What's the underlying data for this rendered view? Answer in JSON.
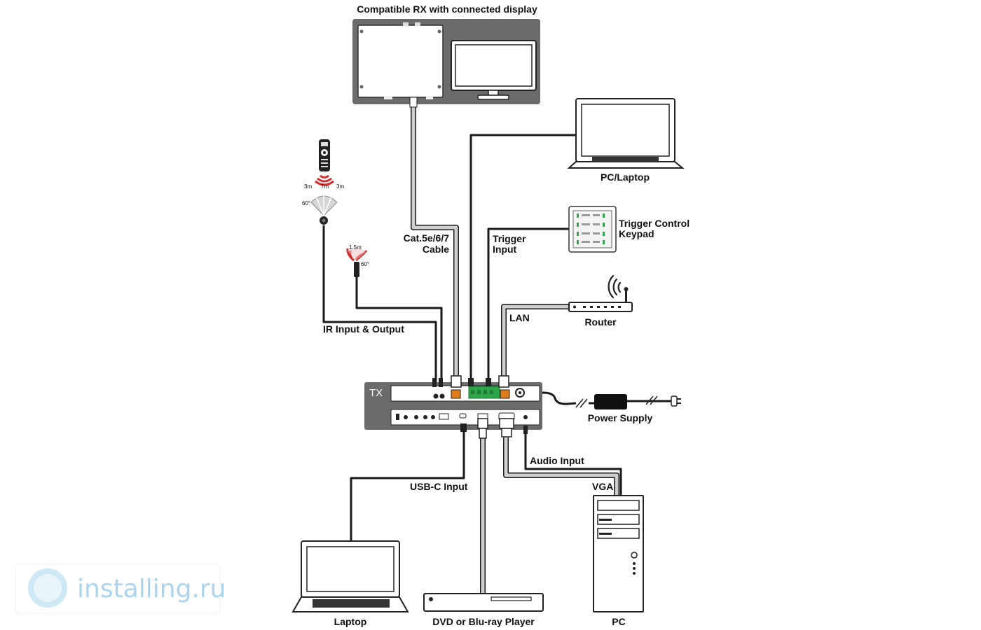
{
  "labels": {
    "rx_title": "Compatible RX with connected display",
    "pc_laptop": "PC/Laptop",
    "trigger_keypad_line1": "Trigger Control",
    "trigger_keypad_line2": "Keypad",
    "trigger_input_line1": "Trigger",
    "trigger_input_line2": "Input",
    "cat_cable_line1": "Cat.5e/6/7",
    "cat_cable_line2": "Cable",
    "router": "Router",
    "lan": "LAN",
    "ir_io": "IR Input & Output",
    "tx": "TX",
    "power_supply": "Power Supply",
    "audio_input": "Audio Input",
    "usb_c_input": "USB-C Input",
    "vga": "VGA",
    "laptop": "Laptop",
    "player": "DVD or Blu-ray Player",
    "pc": "PC"
  },
  "ir": {
    "range_left": "3m",
    "range_center": "7m",
    "range_right": "3m",
    "angle": "60°",
    "emitter_range": "1.5m",
    "emitter_angle": "60°"
  },
  "watermark": {
    "text": "installing.ru"
  },
  "colors": {
    "device_gray": "#6b6b6b",
    "cable_dark": "#1a1a1a",
    "cable_light": "#c8c8c8",
    "ir_red": "#d32f2f",
    "terminal_green": "#2fa64a",
    "connector_orange": "#e07b1a",
    "watermark_blue": "#a9d4ee"
  }
}
